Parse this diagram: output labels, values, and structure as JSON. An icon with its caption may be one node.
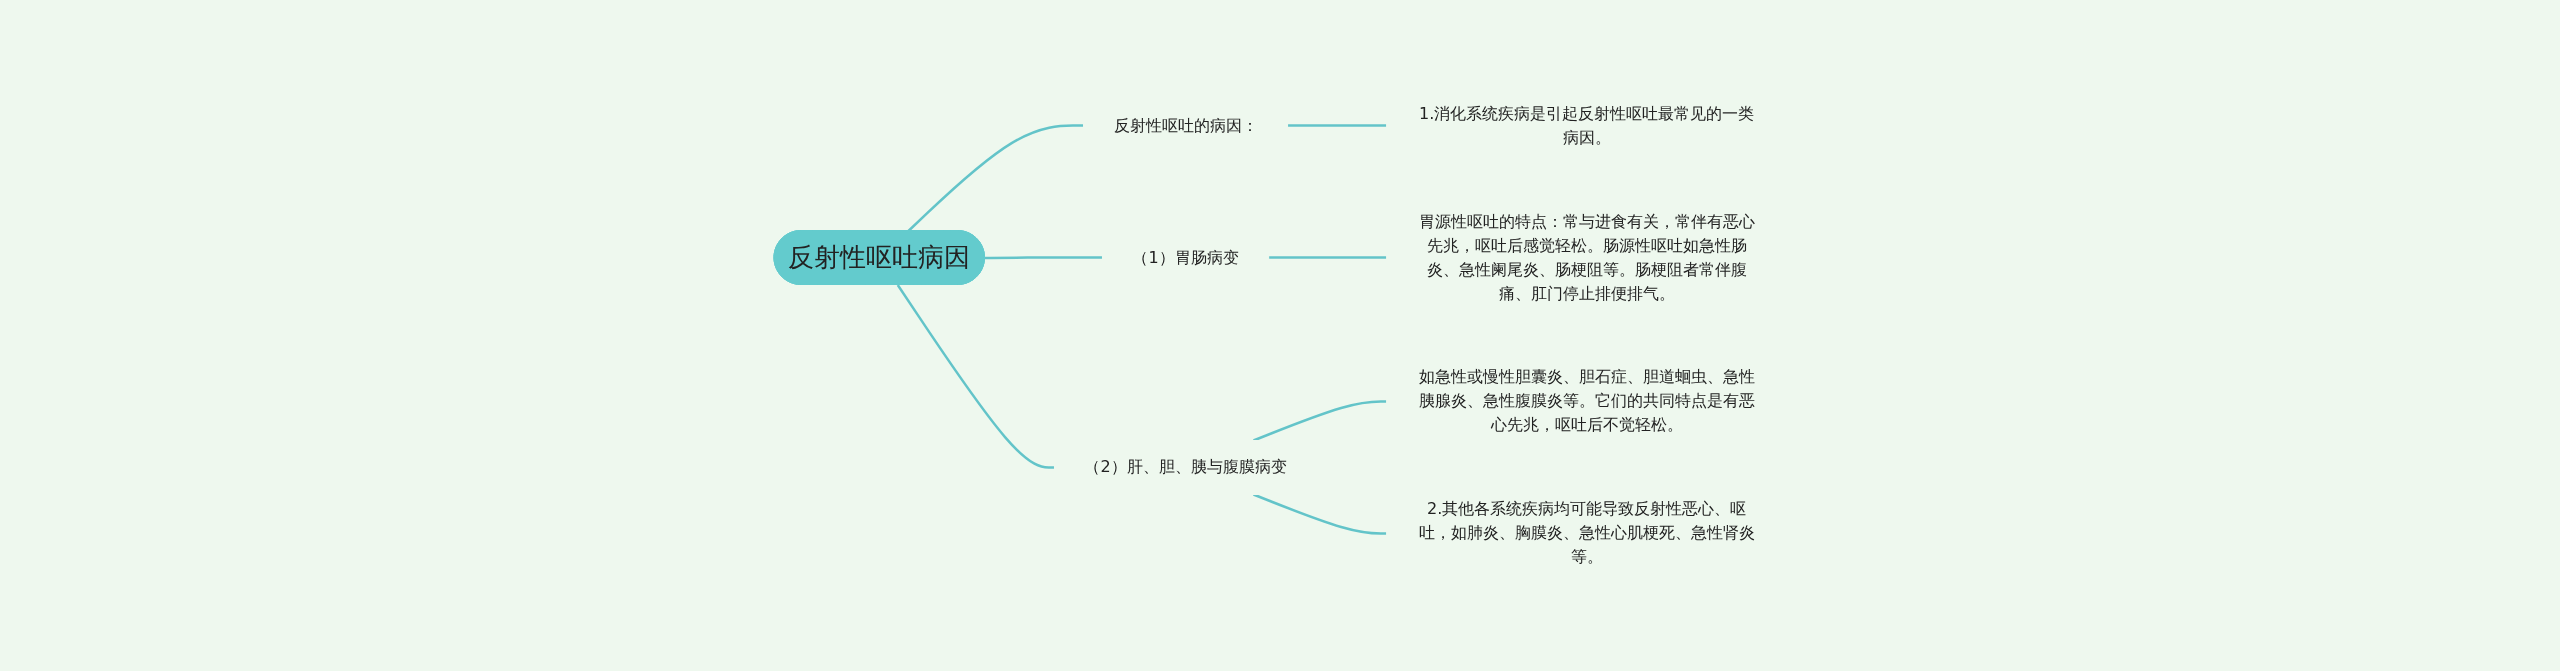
{
  "diagram": {
    "nodes": [
      {
        "text": [
          "反射性呕吐病因"
        ]
      },
      {
        "text": [
          "反射性呕吐的病因："
        ]
      },
      {
        "text": [
          "1.消化系统疾病是引起反射性呕吐最常见的一类病因。"
        ]
      },
      {
        "text": [
          "（1）胃肠病变"
        ]
      },
      {
        "text": [
          "胃源性呕吐的特点：常与进食有关，常伴有恶心先兆，呕吐后感觉轻松。肠源性呕吐如急性肠炎、急性阑尾炎、肠梗阻等。肠梗阻者常伴腹痛、肛门停止排便排气。"
        ]
      },
      {
        "text": [
          "（2）肝、胆、胰与腹膜病变"
        ]
      },
      {
        "text": [
          "如急性或慢性胆囊炎、胆石症、胆道蛔虫、急性胰腺炎、急性腹膜炎等。它们的共同特点是有恶心先兆，呕吐后不觉轻松。"
        ]
      },
      {
        "text": [
          "2.其他各系统疾病均可能导致反射性恶心、呕吐，如肺炎、胸膜炎、急性心肌梗死、急性肾炎等。"
        ]
      }
    ],
    "edges": [
      {
        "from": 0,
        "to": 1,
        "arrow": "none"
      },
      {
        "from": 1,
        "to": 2,
        "arrow": "none"
      },
      {
        "from": 0,
        "to": 3,
        "arrow": "none"
      },
      {
        "from": 3,
        "to": 4,
        "arrow": "none"
      },
      {
        "from": 0,
        "to": 5,
        "arrow": "none"
      },
      {
        "from": 5,
        "to": 6,
        "arrow": "none"
      },
      {
        "from": 5,
        "to": 7,
        "arrow": "none"
      }
    ]
  }
}
